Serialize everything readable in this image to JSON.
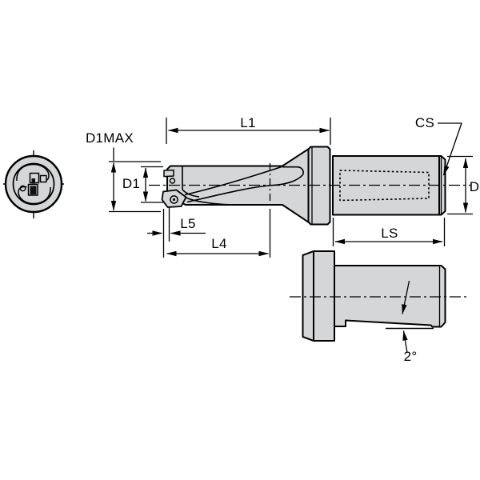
{
  "colors": {
    "background": "#ffffff",
    "body_fill": "#d4d6d7",
    "line": "#000000",
    "insert_dark": "#111111"
  },
  "dimension_labels": {
    "l1": "L1",
    "cs": "CS",
    "d1max": "D1MAX",
    "d1": "D1",
    "l5": "L5",
    "l4": "L4",
    "ls": "LS",
    "d": "D",
    "shank_flat_angle": "2°"
  }
}
